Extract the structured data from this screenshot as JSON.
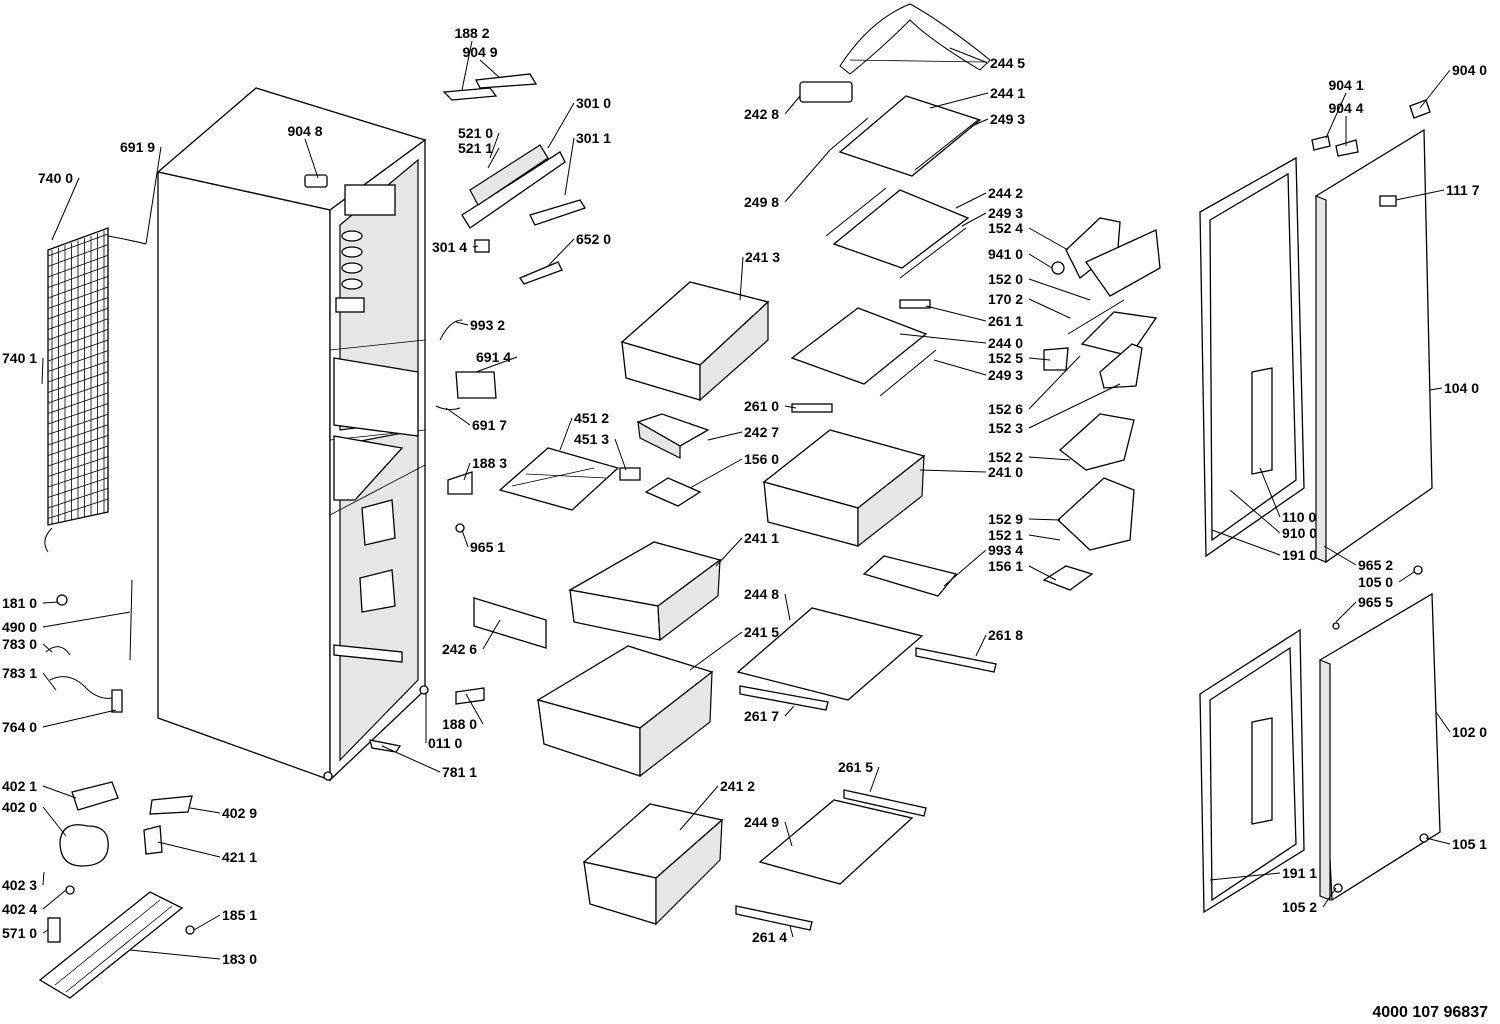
{
  "document_code": "4000 107 96837",
  "parts": [
    {
      "id": "p1882",
      "label": "188 2"
    },
    {
      "id": "p9049",
      "label": "904 9"
    },
    {
      "id": "p3010",
      "label": "301 0"
    },
    {
      "id": "p5210",
      "label": "521 0"
    },
    {
      "id": "p5211",
      "label": "521 1"
    },
    {
      "id": "p3011",
      "label": "301 1"
    },
    {
      "id": "p9048",
      "label": "904 8"
    },
    {
      "id": "p6919",
      "label": "691 9"
    },
    {
      "id": "p7400",
      "label": "740 0"
    },
    {
      "id": "p3014",
      "label": "301 4"
    },
    {
      "id": "p6520",
      "label": "652 0"
    },
    {
      "id": "p7401",
      "label": "740 1"
    },
    {
      "id": "p9932",
      "label": "993 2"
    },
    {
      "id": "p6914",
      "label": "691 4"
    },
    {
      "id": "p6917",
      "label": "691 7"
    },
    {
      "id": "p1883",
      "label": "188 3"
    },
    {
      "id": "p9651",
      "label": "965 1"
    },
    {
      "id": "p1810",
      "label": "181 0"
    },
    {
      "id": "p4900",
      "label": "490 0"
    },
    {
      "id": "p7830",
      "label": "783 0"
    },
    {
      "id": "p7831",
      "label": "783 1"
    },
    {
      "id": "p2426",
      "label": "242 6"
    },
    {
      "id": "p7640",
      "label": "764 0"
    },
    {
      "id": "p1880",
      "label": "188 0"
    },
    {
      "id": "p0110",
      "label": "011 0"
    },
    {
      "id": "p7811",
      "label": "781 1"
    },
    {
      "id": "p4021",
      "label": "402 1"
    },
    {
      "id": "p4020",
      "label": "402 0"
    },
    {
      "id": "p4029",
      "label": "402 9"
    },
    {
      "id": "p4211",
      "label": "421 1"
    },
    {
      "id": "p4023",
      "label": "402 3"
    },
    {
      "id": "p4024",
      "label": "402 4"
    },
    {
      "id": "p1851",
      "label": "185 1"
    },
    {
      "id": "p5710",
      "label": "571 0"
    },
    {
      "id": "p1830",
      "label": "183 0"
    },
    {
      "id": "p2445",
      "label": "244 5"
    },
    {
      "id": "p2428",
      "label": "242 8"
    },
    {
      "id": "p2441",
      "label": "244 1"
    },
    {
      "id": "p2493a",
      "label": "249 3"
    },
    {
      "id": "p2498",
      "label": "249 8"
    },
    {
      "id": "p2442",
      "label": "244 2"
    },
    {
      "id": "p2493b",
      "label": "249 3"
    },
    {
      "id": "p2413",
      "label": "241 3"
    },
    {
      "id": "p2611",
      "label": "261 1"
    },
    {
      "id": "p2440",
      "label": "244 0"
    },
    {
      "id": "p2493c",
      "label": "249 3"
    },
    {
      "id": "p2610",
      "label": "261 0"
    },
    {
      "id": "p4512",
      "label": "451 2"
    },
    {
      "id": "p4513",
      "label": "451 3"
    },
    {
      "id": "p2427",
      "label": "242 7"
    },
    {
      "id": "p1560",
      "label": "156 0"
    },
    {
      "id": "p2410",
      "label": "241 0"
    },
    {
      "id": "p2411",
      "label": "241 1"
    },
    {
      "id": "p2448",
      "label": "244 8"
    },
    {
      "id": "p2618",
      "label": "261 8"
    },
    {
      "id": "p2415",
      "label": "241 5"
    },
    {
      "id": "p2617",
      "label": "261 7"
    },
    {
      "id": "p2615",
      "label": "261 5"
    },
    {
      "id": "p2412",
      "label": "241 2"
    },
    {
      "id": "p2449",
      "label": "244 9"
    },
    {
      "id": "p2614",
      "label": "261 4"
    },
    {
      "id": "p1524",
      "label": "152 4"
    },
    {
      "id": "p9410",
      "label": "941 0"
    },
    {
      "id": "p1520",
      "label": "152 0"
    },
    {
      "id": "p1702",
      "label": "170 2"
    },
    {
      "id": "p1525",
      "label": "152 5"
    },
    {
      "id": "p1526",
      "label": "152 6"
    },
    {
      "id": "p1523",
      "label": "152 3"
    },
    {
      "id": "p1522",
      "label": "152 2"
    },
    {
      "id": "p1529",
      "label": "152 9"
    },
    {
      "id": "p1521",
      "label": "152 1"
    },
    {
      "id": "p9934",
      "label": "993 4"
    },
    {
      "id": "p1561",
      "label": "156 1"
    },
    {
      "id": "p9041",
      "label": "904 1"
    },
    {
      "id": "p9044",
      "label": "904 4"
    },
    {
      "id": "p9040",
      "label": "904 0"
    },
    {
      "id": "p1117",
      "label": "111 7"
    },
    {
      "id": "p1040",
      "label": "104 0"
    },
    {
      "id": "p1100",
      "label": "110 0"
    },
    {
      "id": "p9100",
      "label": "910 0"
    },
    {
      "id": "p1910",
      "label": "191 0"
    },
    {
      "id": "p9652",
      "label": "965 2"
    },
    {
      "id": "p1050",
      "label": "105 0"
    },
    {
      "id": "p9655",
      "label": "965 5"
    },
    {
      "id": "p1020",
      "label": "102 0"
    },
    {
      "id": "p1051",
      "label": "105 1"
    },
    {
      "id": "p1911",
      "label": "191 1"
    },
    {
      "id": "p1052",
      "label": "105 2"
    }
  ]
}
